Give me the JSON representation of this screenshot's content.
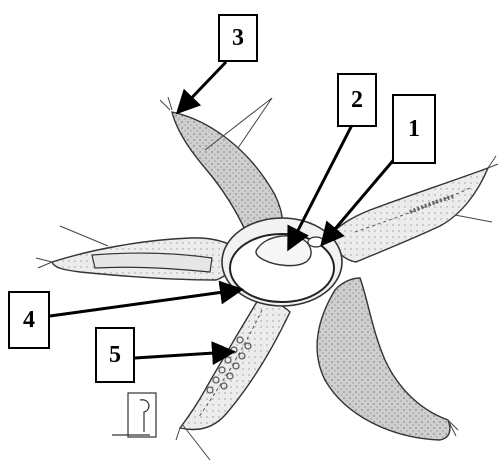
{
  "labels": [
    {
      "id": "1",
      "text": "1"
    },
    {
      "id": "2",
      "text": "2"
    },
    {
      "id": "3",
      "text": "3"
    },
    {
      "id": "4",
      "text": "4"
    },
    {
      "id": "5",
      "text": "5"
    }
  ],
  "colors": {
    "arm_fill": "#c8c8c8",
    "arm_stroke": "#333333",
    "arrow": "#000000",
    "background": "#ffffff"
  }
}
